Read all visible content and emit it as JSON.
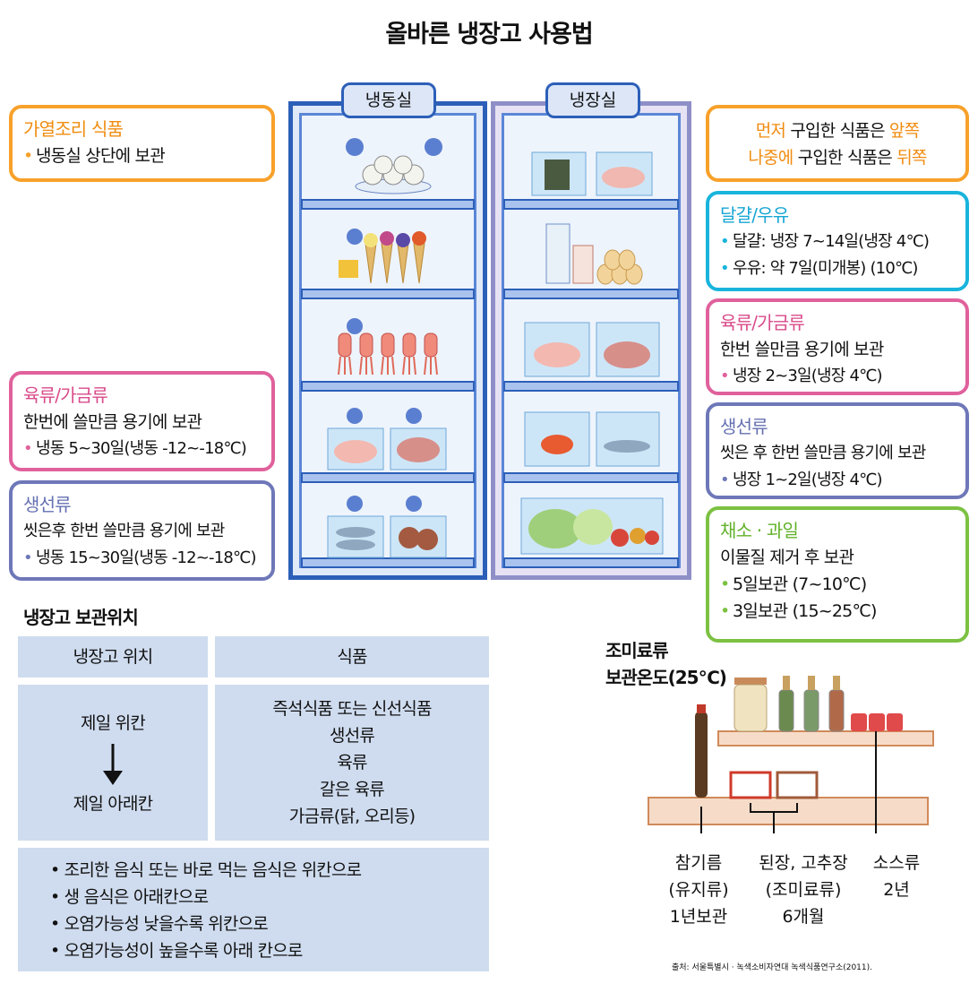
{
  "title": "올바른 냉장고 사용법",
  "freezer_label": "냉동실",
  "fridge_label": "냉장실",
  "left_callouts": [
    {
      "id": "cooked",
      "title": "가열조리 식품",
      "lines": [
        "냉동실 상단에 보관"
      ],
      "bullet": [
        true
      ]
    },
    {
      "id": "meat",
      "title": "육류/가금류",
      "lines": [
        "한번에 쓸만큼 용기에 보관",
        "냉동 5~30일(냉동 -12~-18℃)"
      ],
      "bullet": [
        false,
        true
      ]
    },
    {
      "id": "fish",
      "title": "생선류",
      "lines": [
        "씻은후 한번 쓸만큼 용기에 보관",
        "냉동 15~30일(냉동 -12~-18℃)"
      ],
      "bullet": [
        false,
        true
      ]
    }
  ],
  "right_callouts": {
    "order": {
      "w1": "먼저",
      "t1": " 구입한 식품은 ",
      "w2": "앞쪽",
      "w3": "나중에",
      "t2": " 구입한 식품은 ",
      "w4": "뒤쪽"
    },
    "egg": {
      "title": "달걀/우유",
      "lines": [
        "달걀: 냉장 7~14일(냉장 4℃)",
        "우유: 약 7일(미개봉) (10℃)"
      ]
    },
    "meat": {
      "title": "육류/가금류",
      "lines": [
        "한번 쓸만큼 용기에 보관",
        "냉장 2~3일(냉장 4℃)"
      ]
    },
    "fish": {
      "title": "생선류",
      "lines": [
        "씻은 후 한번 쓸만큼 용기에 보관",
        "냉장 1~2일(냉장 4℃)"
      ]
    },
    "veg": {
      "title": "채소 · 과일",
      "lines": [
        "이물질 제거 후 보관",
        "5일보관 (7~10℃)",
        "3일보관 (15~25℃)"
      ]
    }
  },
  "table": {
    "heading": "냉장고 보관위치",
    "headers": [
      "냉장고 위치",
      "식품"
    ],
    "top_pos": "제일 위칸",
    "bottom_pos": "제일 아래칸",
    "foods": [
      "즉석식품 또는 신선식품",
      "생선류",
      "육류",
      "갈은 육류",
      "가금류(닭, 오리등)"
    ],
    "notes": [
      "조리한 음식 또는 바로 먹는 음식은 위칸으로",
      "생 음식은 아래칸으로",
      "오염가능성 낮을수록 위칸으로",
      "오염가능성이 높을수록 아래 칸으로"
    ]
  },
  "condiments": {
    "heading_1": "조미료류",
    "heading_2": "보관온도(25℃)",
    "oil": [
      "참기름",
      "(유지류)",
      "1년보관"
    ],
    "paste": [
      "된장, 고추장",
      "(조미료류)",
      "6개월"
    ],
    "sauce": [
      "소스류",
      "2년"
    ]
  },
  "source": "출처: 서울특별시 · 녹색소비자연대 녹색식품연구소(2011).",
  "colors": {
    "orange": "#f7a12b",
    "pink": "#e0619c",
    "purple": "#6e78b8",
    "cyan": "#18b4dc",
    "green": "#7cc142",
    "fridge_blue": "#2c5fb8",
    "table_bg": "#cfdcef"
  }
}
